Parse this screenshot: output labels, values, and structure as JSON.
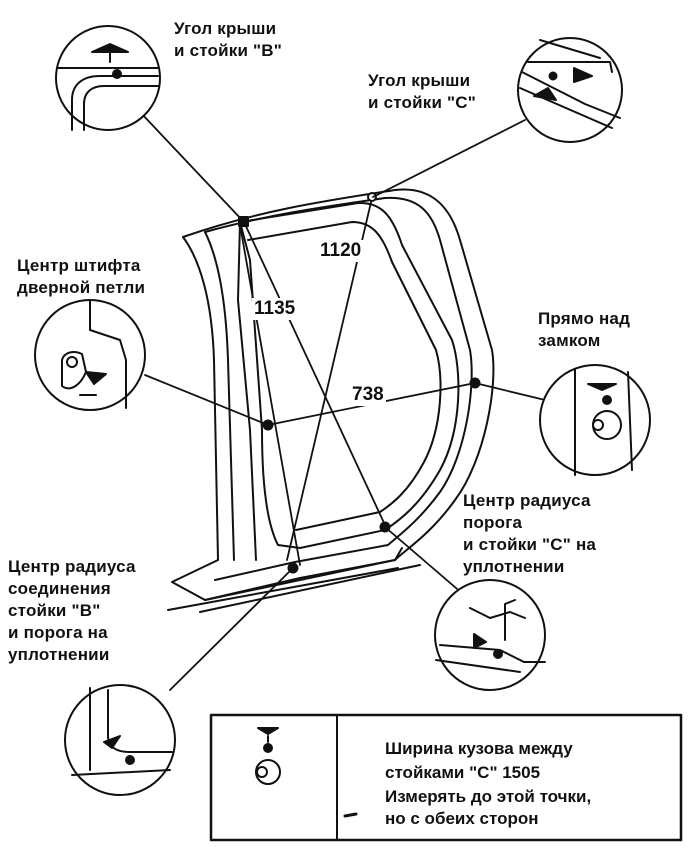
{
  "labels": {
    "roof_b": "Угол крыши\nи стойки \"В\"",
    "roof_c": "Угол крыши\nи стойки \"С\"",
    "hinge": "Центр штифта\nдверной петли",
    "lock": "Прямо над\nзамком",
    "sill_c": "Центр радиуса\nпорога\nи стойки \"С\" на\nуплотнении",
    "sill_b": "Центр радиуса\nсоединения\nстойки \"В\"\nи порога на\nуплотнении"
  },
  "dimensions": {
    "d1120": "1120",
    "d1135": "1135",
    "d738": "738"
  },
  "legend": {
    "line1": "Ширина кузова между",
    "line2": "стойками \"С\" 1505",
    "line3": "Измерять до этой точки,",
    "line4": "но с обеих сторон"
  },
  "colors": {
    "ink": "#111111",
    "background": "#ffffff"
  }
}
